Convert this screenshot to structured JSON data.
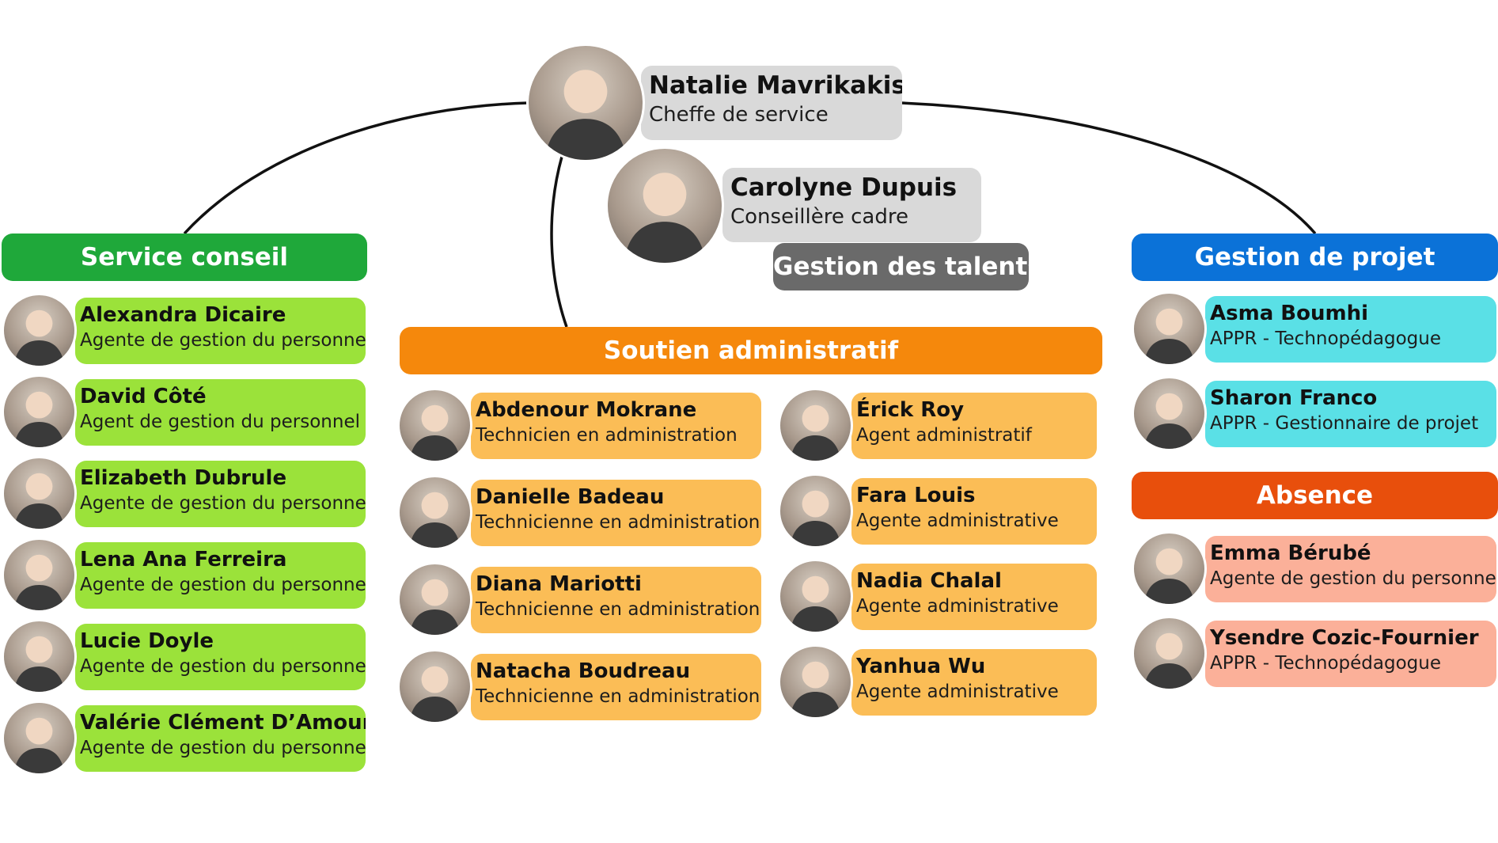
{
  "colors": {
    "service_conseil": "#1fa83a",
    "gestion_projet": "#0b72d8",
    "soutien": "#f5880c",
    "absence": "#e84f0c",
    "gestion_talents": "#6a6a6a",
    "card_green": "#9be23a",
    "card_cyan": "#5ae0e6",
    "card_orange": "#fbbd56",
    "card_salmon": "#fbb099",
    "card_grey": "#d9d9d9"
  },
  "leadership": {
    "head": {
      "name": "Natalie Mavrikakis",
      "role": "Cheffe de service"
    },
    "advisor": {
      "name": "Carolyne Dupuis",
      "role": "Conseillère cadre"
    },
    "talents_label": "Gestion des talents"
  },
  "departments": {
    "service_conseil": {
      "title": "Service conseil",
      "members": [
        {
          "name": "Alexandra Dicaire",
          "role": "Agente de gestion du personnel"
        },
        {
          "name": "David Côté",
          "role": "Agent de gestion du personnel"
        },
        {
          "name": "Elizabeth Dubrule",
          "role": "Agente de gestion du personnel"
        },
        {
          "name": "Lena Ana Ferreira",
          "role": "Agente de gestion du personnel"
        },
        {
          "name": "Lucie Doyle",
          "role": "Agente de gestion du personnel"
        },
        {
          "name": "Valérie Clément D’Amours",
          "role": "Agente de gestion du personnel"
        }
      ]
    },
    "soutien_administratif": {
      "title": "Soutien administratif",
      "left": [
        {
          "name": "Abdenour Mokrane",
          "role": "Technicien en administration"
        },
        {
          "name": "Danielle Badeau",
          "role": "Technicienne en administration"
        },
        {
          "name": "Diana Mariotti",
          "role": "Technicienne en administration"
        },
        {
          "name": "Natacha Boudreau",
          "role": "Technicienne en administration"
        }
      ],
      "right": [
        {
          "name": "Érick Roy",
          "role": "Agent administratif"
        },
        {
          "name": "Fara Louis",
          "role": "Agente administrative"
        },
        {
          "name": "Nadia Chalal",
          "role": "Agente administrative"
        },
        {
          "name": "Yanhua Wu",
          "role": "Agente administrative"
        }
      ]
    },
    "gestion_projet": {
      "title": "Gestion de projet",
      "members": [
        {
          "name": "Asma Boumhi",
          "role": "APPR - Technopédagogue"
        },
        {
          "name": "Sharon Franco",
          "role": "APPR - Gestionnaire de projet"
        }
      ]
    },
    "absence": {
      "title": "Absence",
      "members": [
        {
          "name": "Emma Bérubé",
          "role": "Agente de gestion du personnel"
        },
        {
          "name": "Ysendre Cozic-Fournier",
          "role": "APPR - Technopédagogue"
        }
      ]
    }
  }
}
